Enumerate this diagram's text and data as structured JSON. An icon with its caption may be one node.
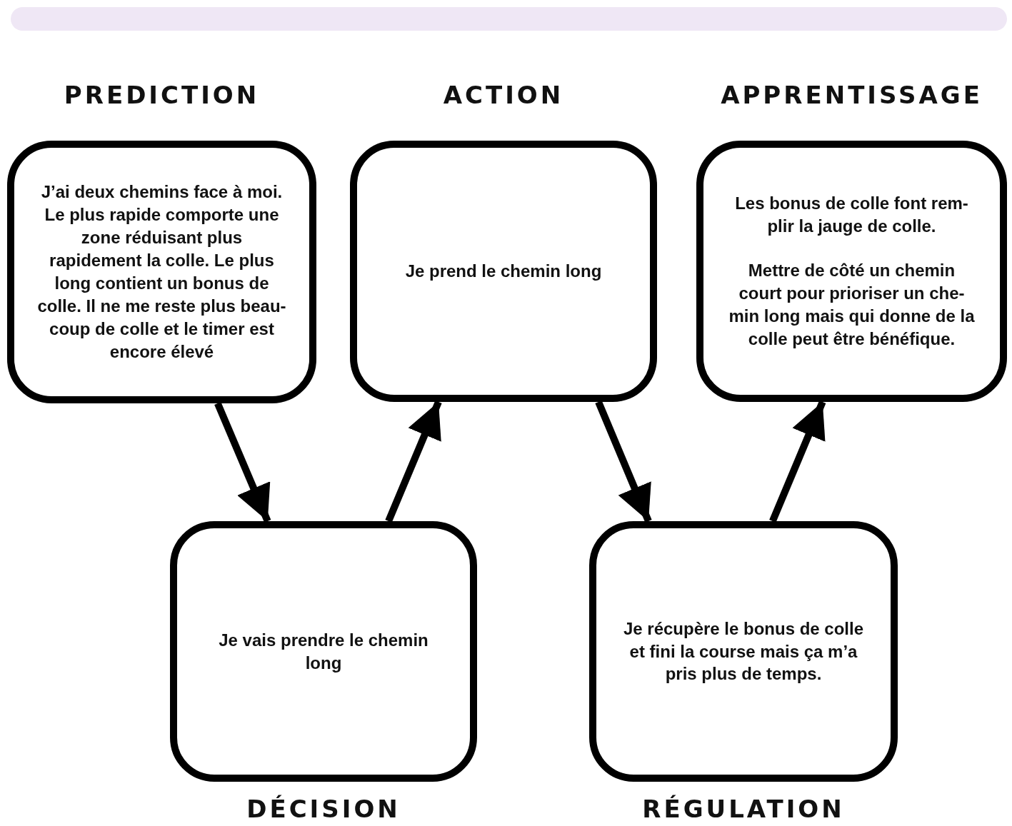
{
  "diagram": {
    "nodes": [
      {
        "text": [
          "PREDICTION",
          "J’ai deux chemins face à moi. Le plus rapide comporte une zone réduisant plus rapidement la colle. Le plus long contient un bonus de colle. Il ne me reste plus beau-coup de colle et le timer est encore élevé"
        ]
      },
      {
        "text": [
          "ACTION",
          "Je prend le chemin long"
        ]
      },
      {
        "text": [
          "APPRENTISSAGE",
          "Les bonus de colle font rem-plir la jauge de colle.",
          "Mettre de côté un chemin court pour prioriser un che-min long mais qui donne de la colle peut être bénéfique."
        ]
      },
      {
        "text": [
          "Je vais prendre le chemin long",
          "DÉCISION"
        ]
      },
      {
        "text": [
          "Je récupère le bonus de colle et fini la course mais ça m’a pris plus de temps.",
          "RÉGULATION"
        ]
      }
    ],
    "edges": [
      {
        "from": 0,
        "to": 3,
        "arrow": "to"
      },
      {
        "from": 3,
        "to": 1,
        "arrow": "to"
      },
      {
        "from": 1,
        "to": 4,
        "arrow": "to"
      },
      {
        "from": 4,
        "to": 2,
        "arrow": "to"
      }
    ]
  }
}
